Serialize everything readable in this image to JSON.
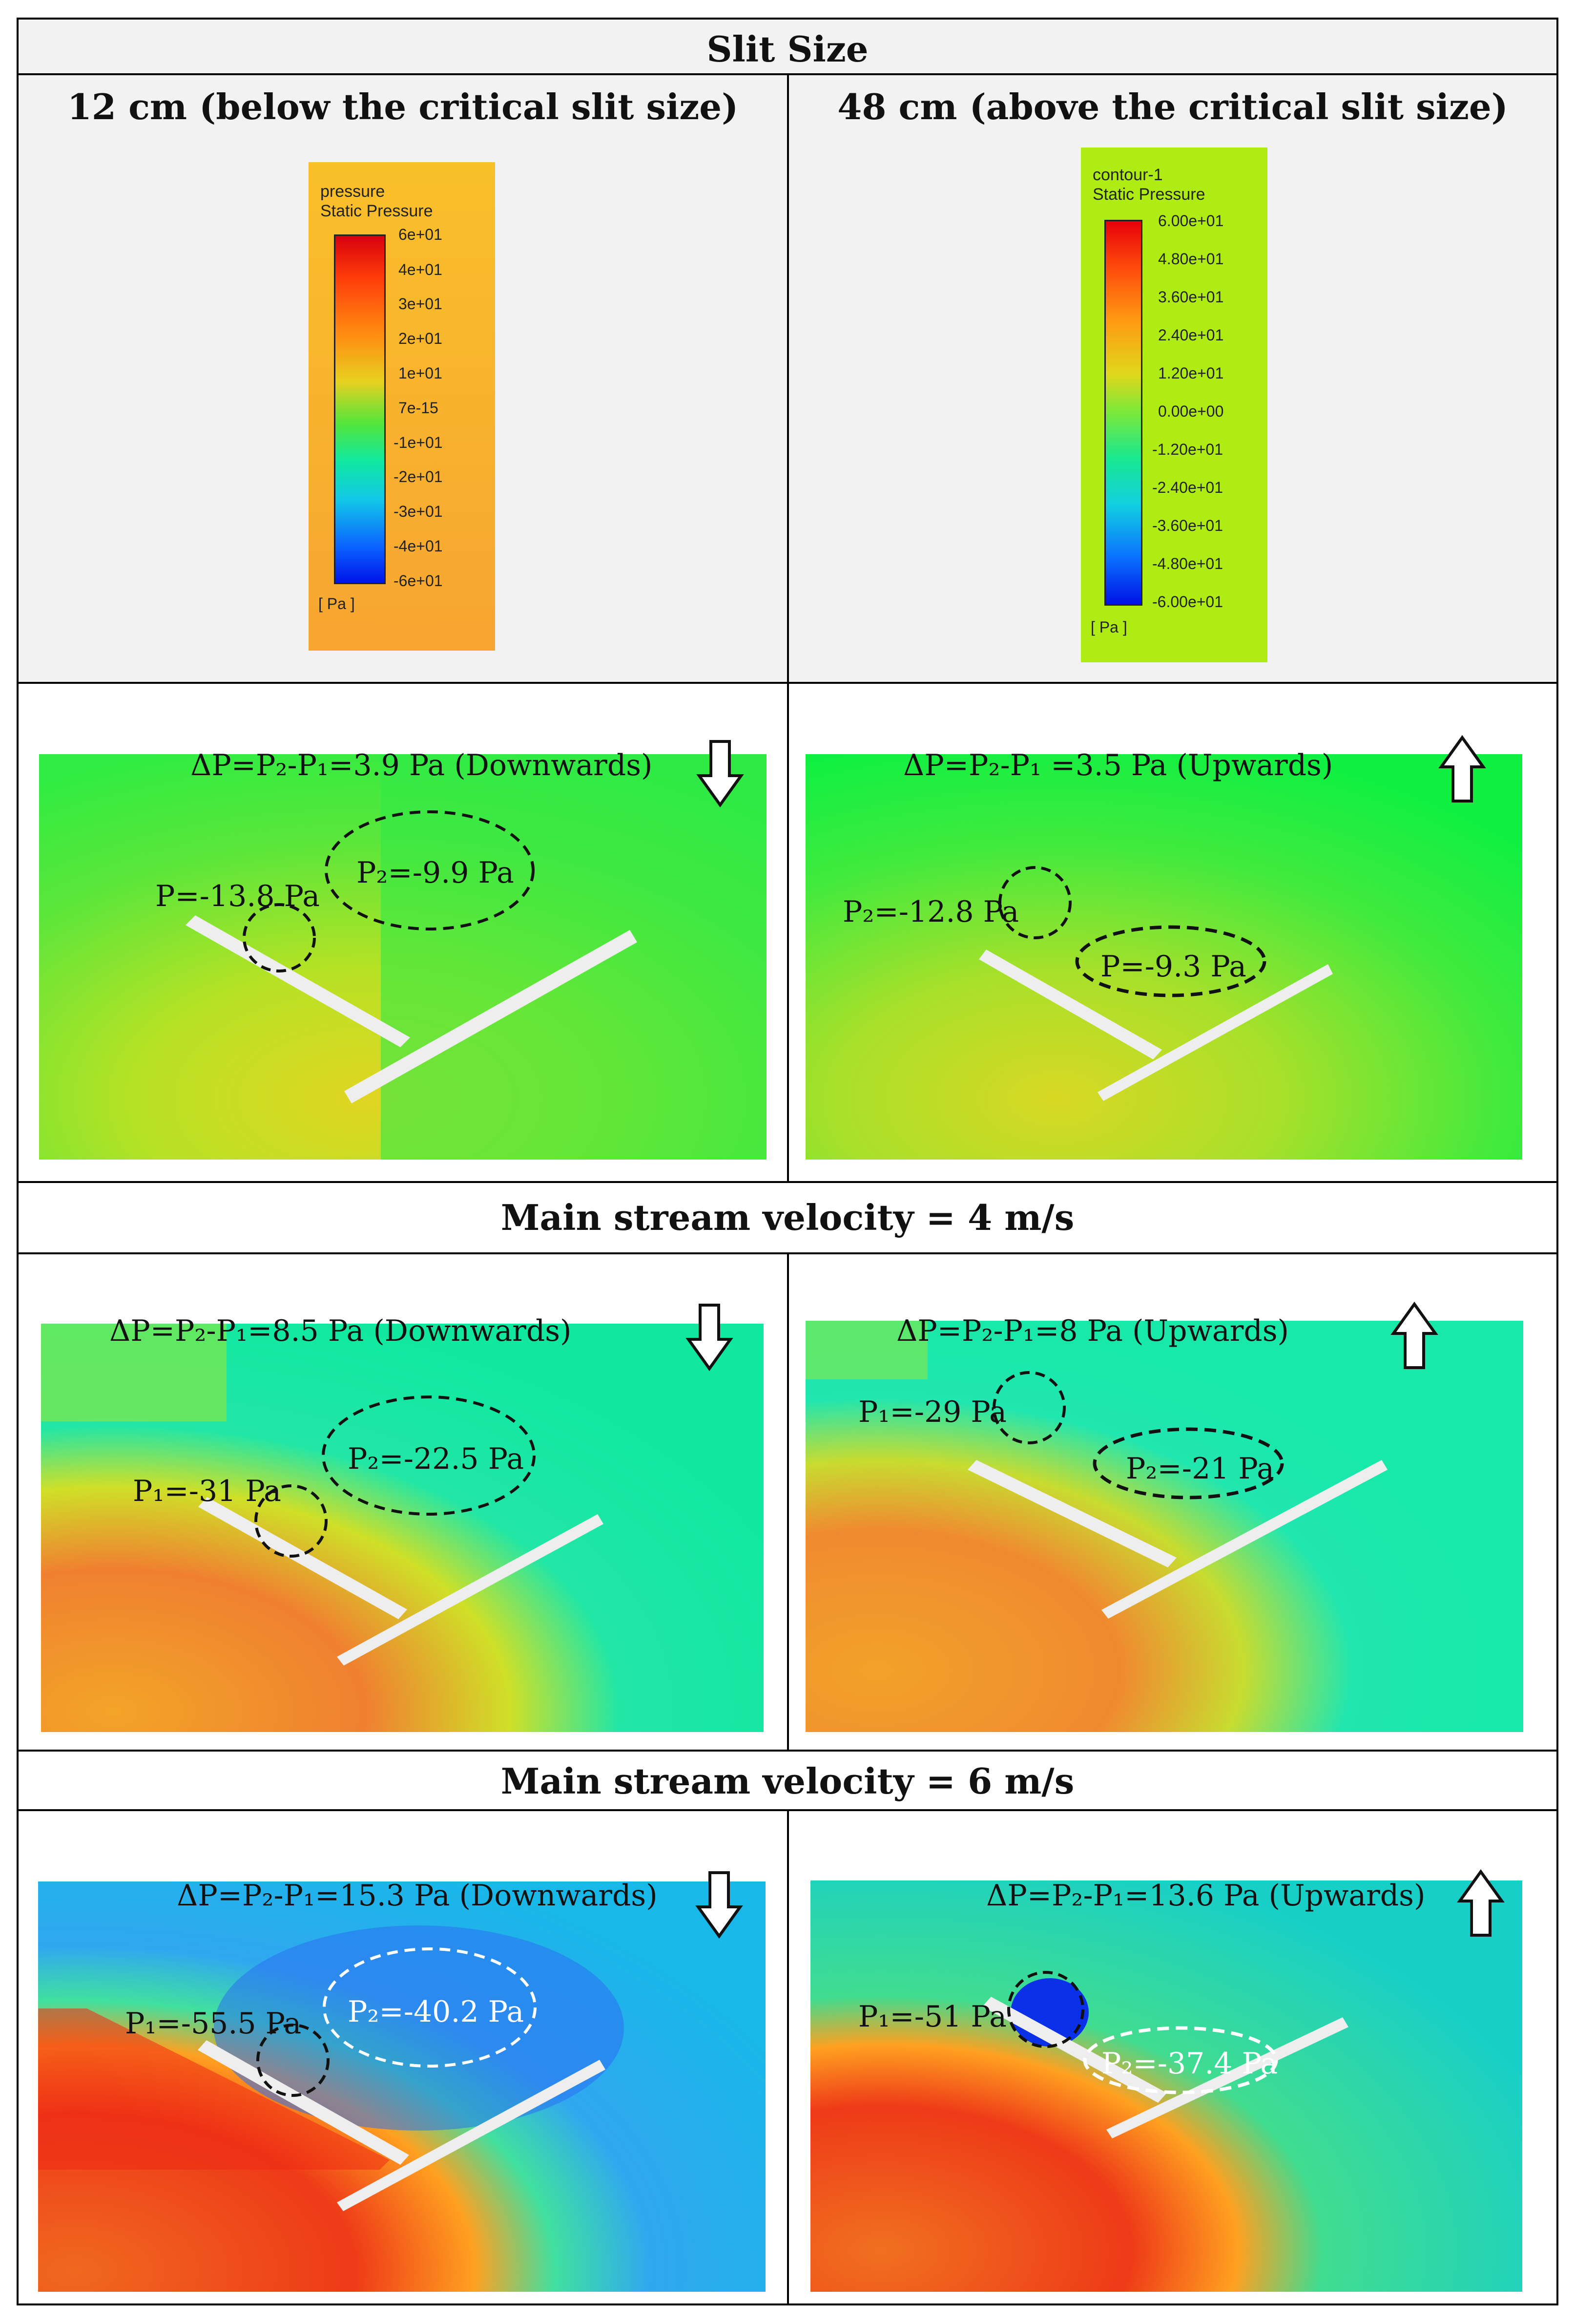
{
  "header": {
    "title": "Slit Size",
    "col_left": "12 cm (below the critical slit size)",
    "col_right": "48 cm (above the critical slit size)"
  },
  "legend_left": {
    "title_line1": "pressure",
    "title_line2": "Static Pressure",
    "ticks": [
      "6e+01",
      "4e+01",
      "3e+01",
      "2e+01",
      "1e+01",
      "7e-15",
      "-1e+01",
      "-2e+01",
      "-3e+01",
      "-4e+01",
      "-6e+01"
    ],
    "unit": "[ Pa ]",
    "background": "#f7a531"
  },
  "legend_right": {
    "title_line1": "contour-1",
    "title_line2": "Static Pressure",
    "ticks": [
      "6.00e+01",
      "4.80e+01",
      "3.60e+01",
      "2.40e+01",
      "1.20e+01",
      "0.00e+00",
      "-1.20e+01",
      "-2.40e+01",
      "-3.60e+01",
      "-4.80e+01",
      "-6.00e+01"
    ],
    "unit": "[ Pa ]",
    "background": "#aeec14"
  },
  "rows": [
    {
      "left": {
        "dp": "ΔP=P₂-P₁=3.9 Pa (Downwards)",
        "p_small": "P=-13.8 Pa",
        "p_oval": "P₂=-9.9 Pa",
        "arrow": "down"
      },
      "right": {
        "dp": "ΔP=P₂-P₁ =3.5 Pa (Upwards)",
        "p_small": "P₂=-12.8 Pa",
        "p_oval": "P=-9.3 Pa",
        "arrow": "up"
      }
    },
    {
      "label": "Main stream velocity = 4 m/s",
      "left": {
        "dp": "ΔP=P₂-P₁=8.5 Pa (Downwards)",
        "p_small": "P₁=-31 Pa",
        "p_oval": "P₂=-22.5 Pa",
        "arrow": "down"
      },
      "right": {
        "dp": "ΔP=P₂-P₁=8 Pa (Upwards)",
        "p_small": "P₁=-29 Pa",
        "p_oval": "P₂=-21 Pa",
        "arrow": "up"
      }
    },
    {
      "label": "Main stream velocity = 6 m/s",
      "left": {
        "dp": "ΔP=P₂-P₁=15.3 Pa (Downwards)",
        "p_small": "P₁=-55.5 Pa",
        "p_oval": "P₂=-40.2 Pa",
        "arrow": "down"
      },
      "right": {
        "dp": "ΔP=P₂-P₁=13.6 Pa (Upwards)",
        "p_small": "P₁=-51 Pa",
        "p_oval": "P₂=-37.4 Pa",
        "arrow": "up"
      }
    }
  ]
}
